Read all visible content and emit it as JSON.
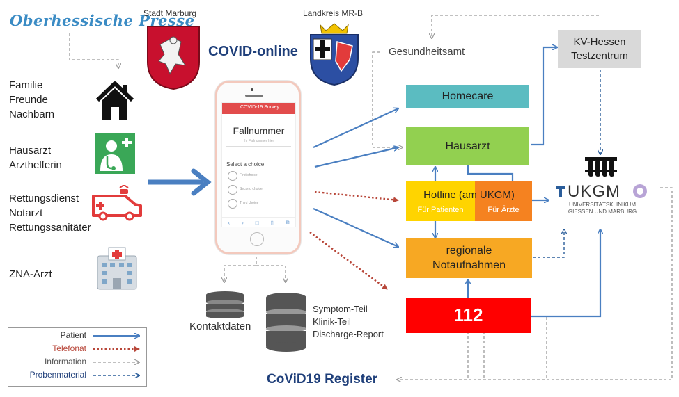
{
  "header": {
    "newspaper": "Oberhessische Presse",
    "city": "Stadt Marburg",
    "district": "Landkreis MR-B",
    "app_title": "COVID-online",
    "health_office": "Gesundheitsamt"
  },
  "sources": [
    {
      "label": "Familie\nFreunde\nNachbarn",
      "icon": "house-icon"
    },
    {
      "label": "Hausarzt\nArzthelferin",
      "icon": "doctor-icon"
    },
    {
      "label": "Rettungsdienst\nNotarzt\nRettungssanitäter",
      "icon": "ambulance-icon"
    },
    {
      "label": "ZNA-Arzt",
      "icon": "hospital-icon"
    }
  ],
  "phone": {
    "survey_title": "COVID-19 Survey",
    "heading": "Fallnummer",
    "placeholder": "Ihr Fallnummer hier",
    "question": "Select a choice",
    "choices": [
      "First choice",
      "Second choice",
      "Third choice"
    ]
  },
  "storage": {
    "contacts": "Kontaktdaten",
    "parts": "Symptom-Teil\nKlinik-Teil\nDischarge-Report"
  },
  "destinations": {
    "homecare": "Homecare",
    "hausarzt": "Hausarzt",
    "hotline": "Hotline (am UKGM)",
    "hotline_patients": "Für Patienten",
    "hotline_doctors": "Für Ärzte",
    "notaufnahmen": "regionale\nNotaufnahmen",
    "emergency": "112",
    "kv": "KV-Hessen\nTestzentrum"
  },
  "ukgm": {
    "name": "UKGM",
    "sub": "UNIVERSITÄTSKLINIKUM\nGIESSEN UND MARBURG"
  },
  "register": "CoViD19 Register",
  "legend": [
    {
      "label": "Patient",
      "color": "#4a7fc1",
      "style": "solid"
    },
    {
      "label": "Telefonat",
      "color": "#b8473a",
      "style": "dotted"
    },
    {
      "label": "Information",
      "color": "#9a9a9a",
      "style": "dashed"
    },
    {
      "label": "Probenmaterial",
      "color": "#2a5d9a",
      "style": "dashed"
    }
  ],
  "colors": {
    "homecare": "#5bbcc1",
    "hausarzt": "#92d050",
    "hotline": "#ffd400",
    "aerzte": "#f58220",
    "notaufnahmen": "#f7a823",
    "emergency": "#ff0000",
    "kv": "#d9d9d9",
    "patient_arrow": "#4a7fc1",
    "phone_header": "#e24c4c",
    "title_blue": "#1f3f7a"
  }
}
